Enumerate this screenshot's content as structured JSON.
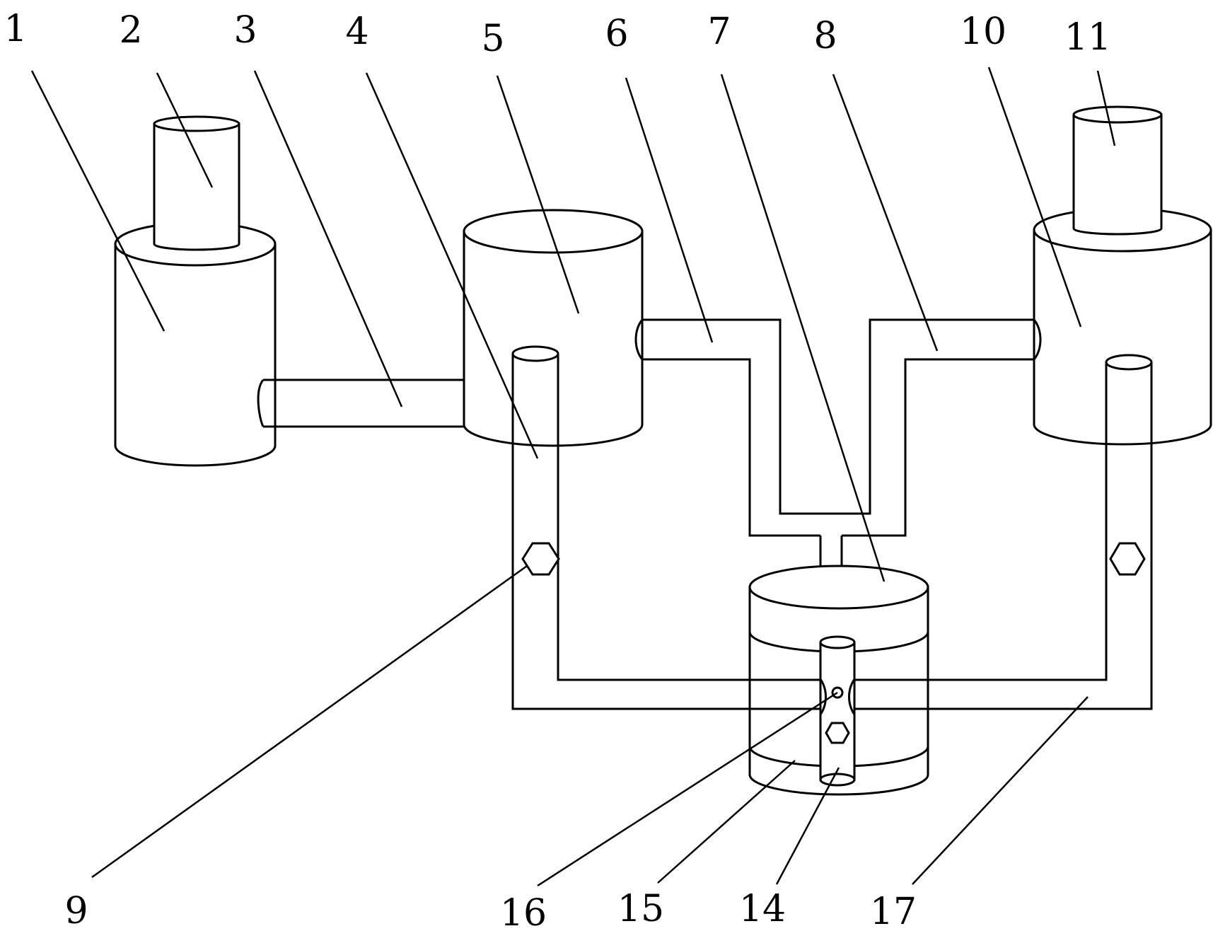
{
  "labels": {
    "l1": "1",
    "l2": "2",
    "l3": "3",
    "l4": "4",
    "l5": "5",
    "l6": "6",
    "l7": "7",
    "l8": "8",
    "l9": "9",
    "l10": "10",
    "l11": "11",
    "l14": "14",
    "l15": "15",
    "l16": "16",
    "l17": "17"
  },
  "colors": {
    "stroke": "#000000",
    "background": "#ffffff"
  }
}
